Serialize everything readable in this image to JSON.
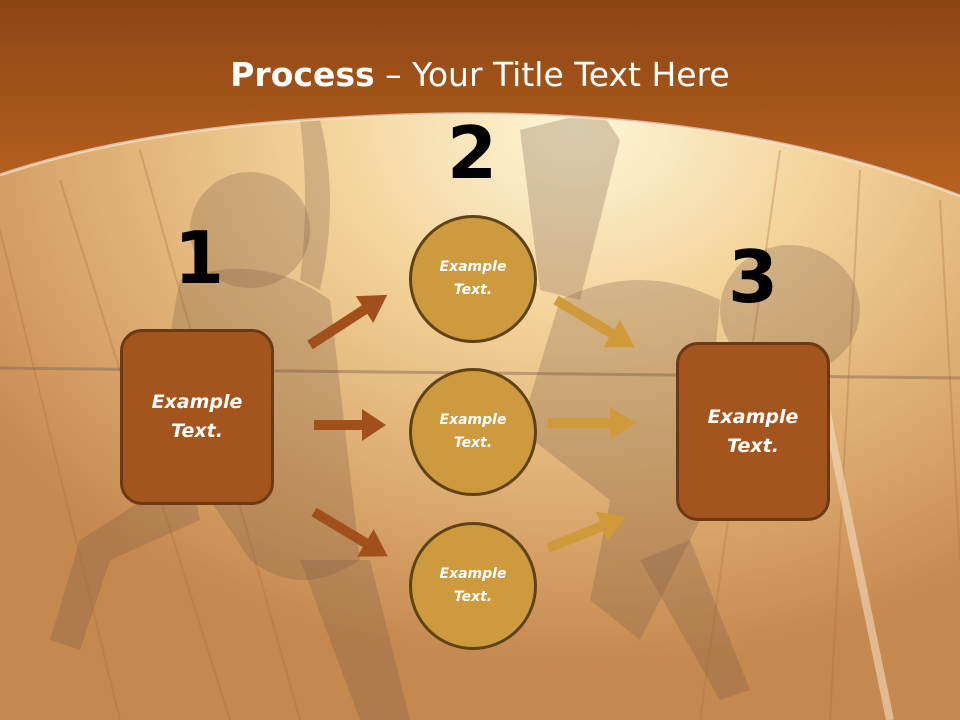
{
  "slide": {
    "title_bold": "Process",
    "title_rest": " – Your Title Text Here",
    "numbers": [
      "1",
      "2",
      "3"
    ],
    "left_box": "Example\nText.",
    "right_box": "Example\nText.",
    "circles": [
      "Example\nText.",
      "Example\nText.",
      "Example\nText."
    ]
  },
  "colors": {
    "header_brown": "#a8561d",
    "box_fill": "#a4541d",
    "circle_fill": "#cd9a3d",
    "left_arrows": "#a2501b",
    "right_arrows": "#cf9a3a"
  },
  "background": {
    "type": "photo",
    "subject": "basketball-players-on-court"
  }
}
